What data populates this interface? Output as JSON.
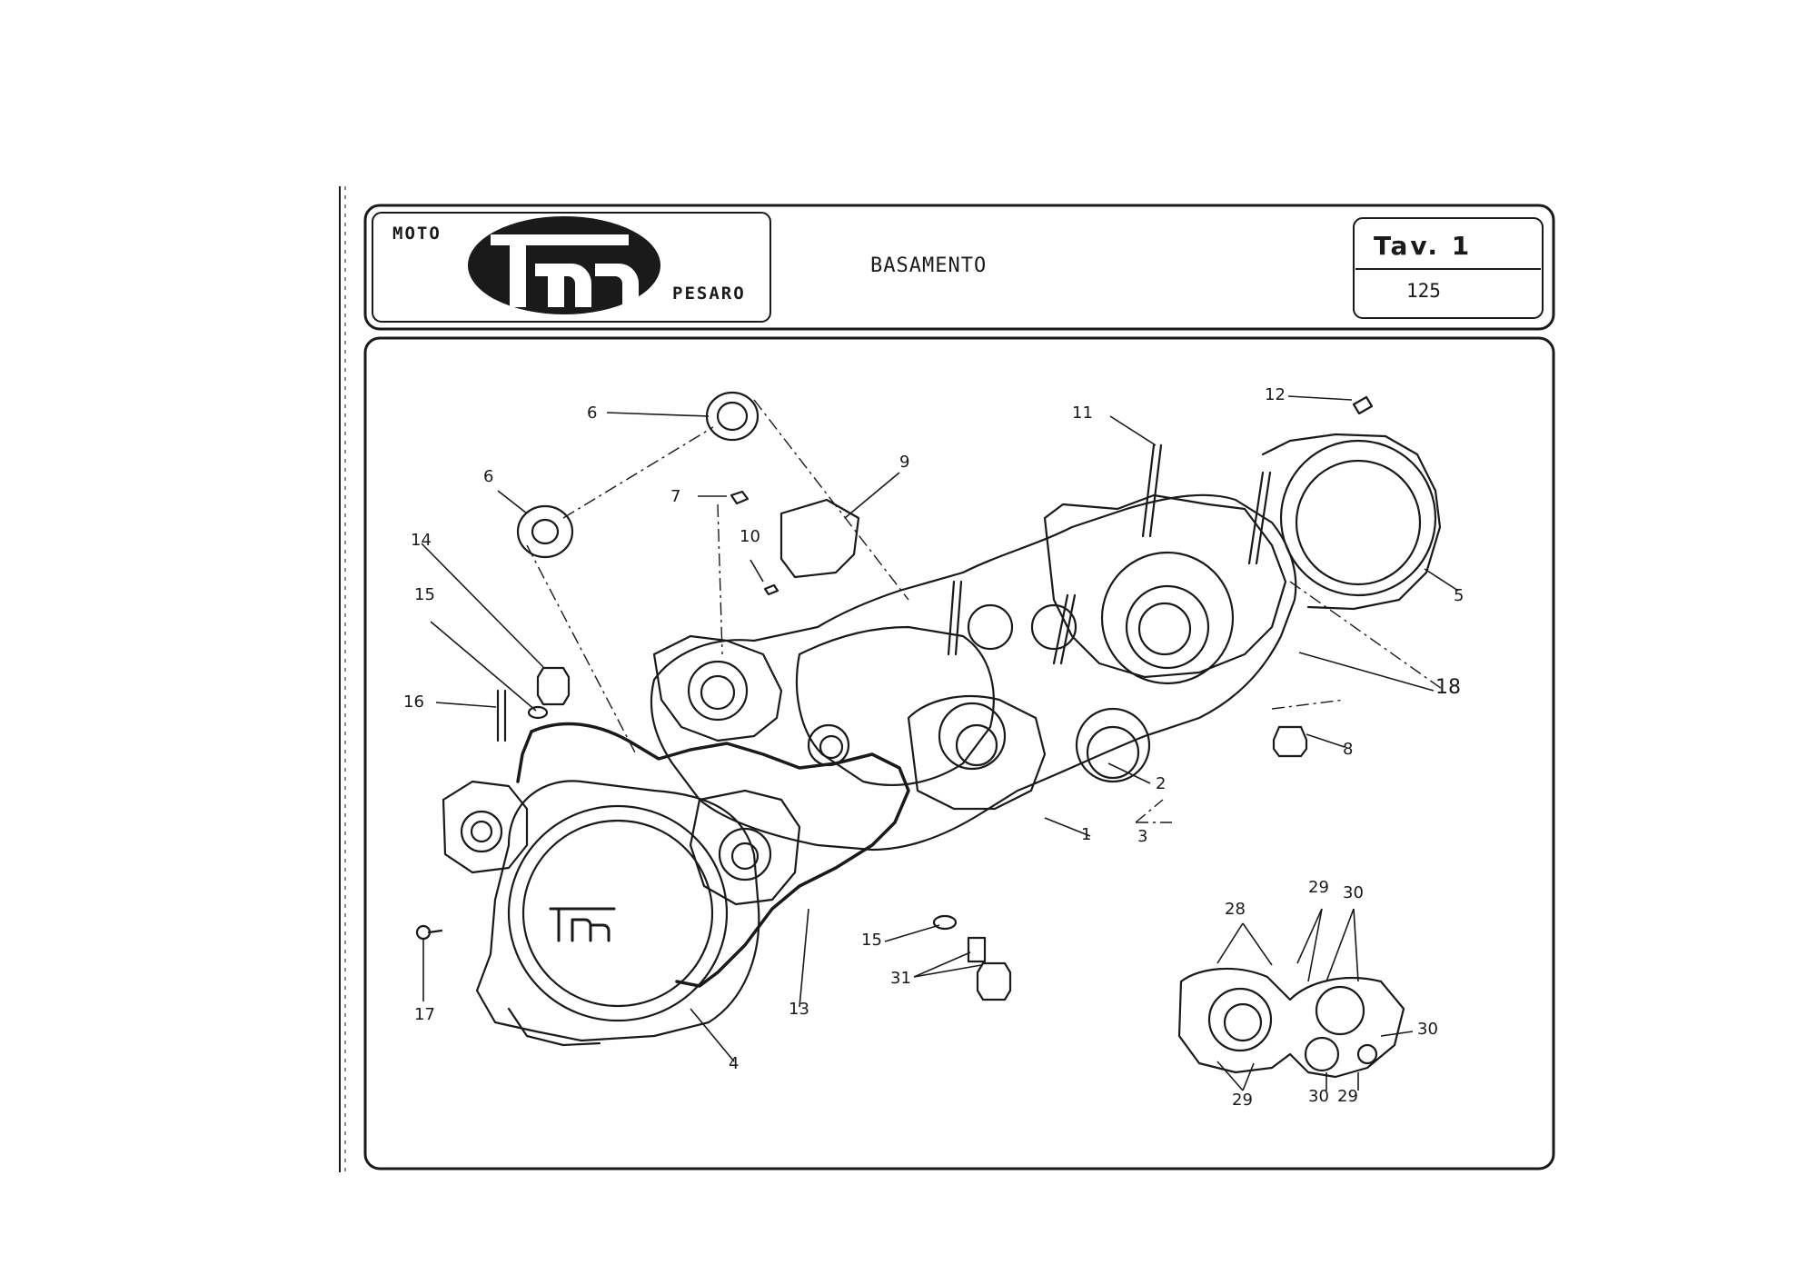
{
  "header": {
    "brand_top": "MOTO",
    "brand_logo": "tm",
    "brand_bottom": "PESARO",
    "title": "BASAMENTO",
    "table_label": "Tav. 1",
    "model": "125"
  },
  "callouts": [
    "1",
    "2",
    "3",
    "4",
    "5",
    "6",
    "6",
    "7",
    "8",
    "9",
    "10",
    "11",
    "12",
    "13",
    "14",
    "15",
    "15",
    "16",
    "17",
    "18",
    "28",
    "29",
    "29",
    "29",
    "30",
    "30",
    "30",
    "31"
  ],
  "colors": {
    "ink": "#1a1a1a",
    "paper": "#ffffff"
  }
}
